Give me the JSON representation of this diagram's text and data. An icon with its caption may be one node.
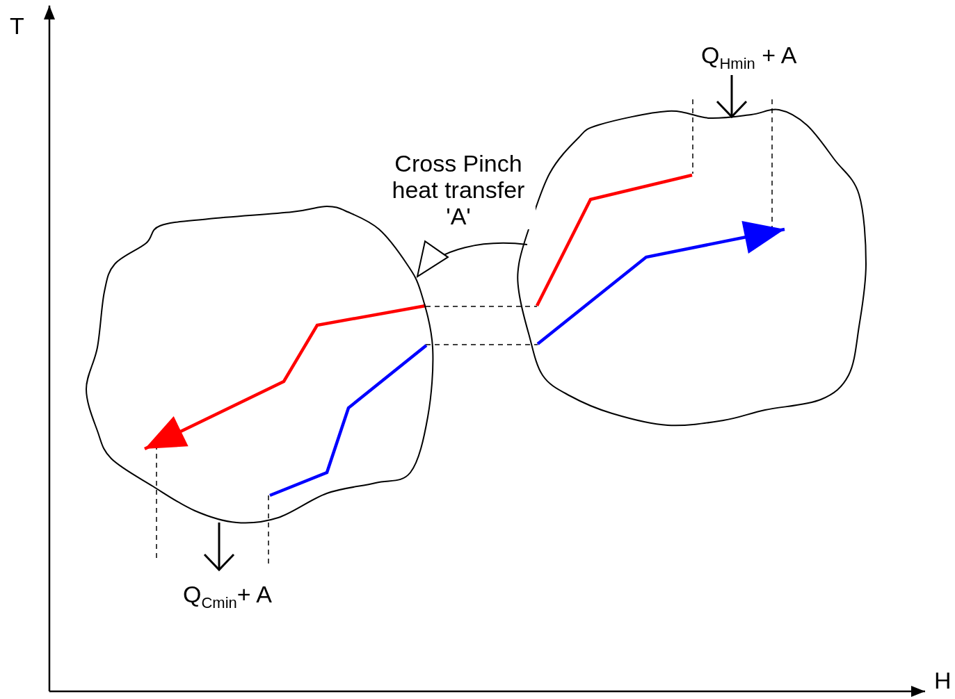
{
  "diagram": {
    "nodes": [
      {
        "text": [],
        "shape": "cloud"
      },
      {
        "text": [],
        "shape": "cloud"
      },
      {
        "text": [
          "Q$_{Hmin}$ + A"
        ]
      },
      {
        "text": [
          "Q$_{Cmin}$+ A"
        ]
      }
    ],
    "edges": [
      {
        "from": 1,
        "to": 0,
        "arrow": "to",
        "label": "Cross Pinch heat transfer 'A'"
      },
      {
        "from": 2,
        "to": 1,
        "arrow": "to"
      },
      {
        "from": 0,
        "to": 3,
        "arrow": "to"
      }
    ],
    "labels": [
      "T",
      "H"
    ]
  }
}
